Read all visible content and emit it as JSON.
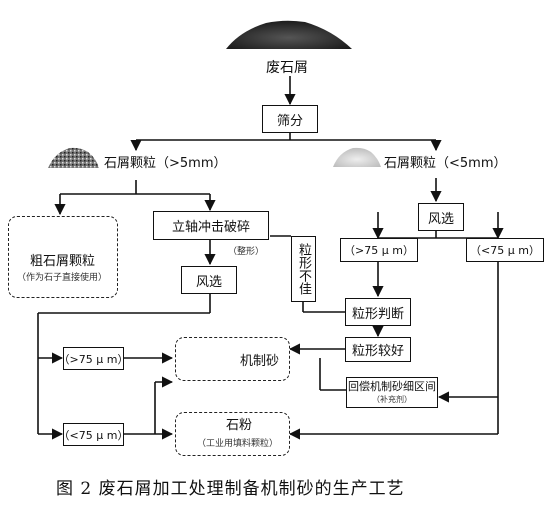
{
  "top_label": "废石屑",
  "screen": "筛分",
  "coarse": "石屑颗粒（>5mm）",
  "fine": "石屑颗粒（<5mm）",
  "coarse_product": "粗石屑颗粒",
  "coarse_product_note": "（作为石子直接使用）",
  "crusher": "立轴冲击破碎",
  "shaping": "（整形）",
  "bad_shape": "粒形不佳",
  "air_sep_left": "风选",
  "air_sep_right": "风选",
  "right_gt": "（>75 μ m）",
  "right_lt": "（<75 μ m）",
  "shape_judge": "粒形判断",
  "shape_good": "粒形较好",
  "left_gt": "（>75 μ m）",
  "left_lt": "（<75 μ m）",
  "machine_sand": "机制砂",
  "stone_powder": "石粉",
  "stone_powder_note": "（工业用填料颗粒）",
  "compensate": "回偿机制砂细区间",
  "compensate_note": "（补充剂）",
  "caption": "图 2  废石屑加工处理制备机制砂的生产工艺"
}
